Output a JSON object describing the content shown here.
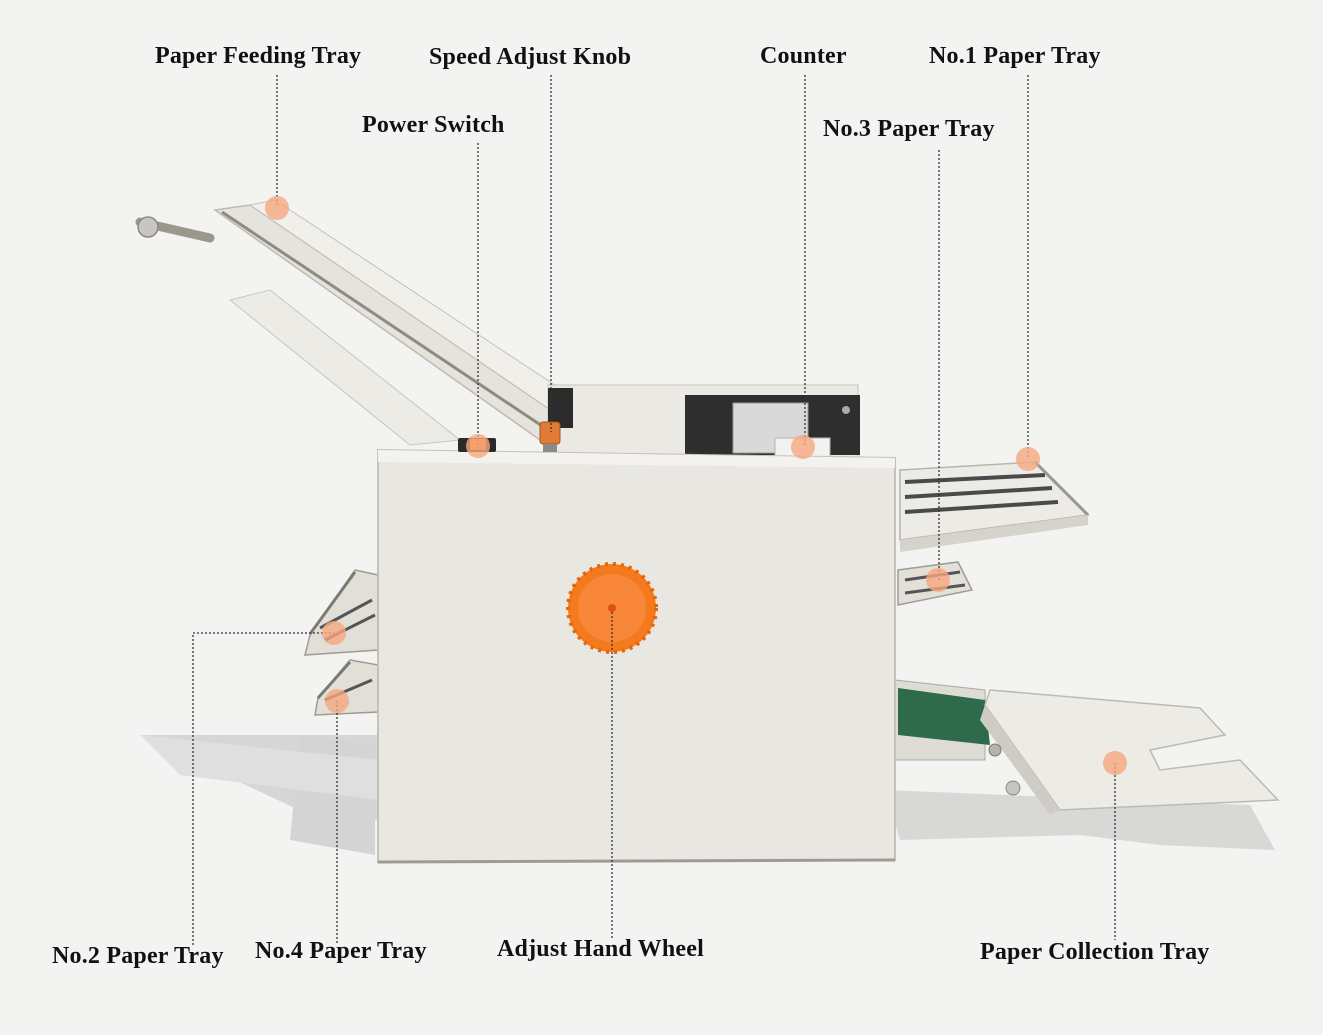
{
  "labels": {
    "paper_feeding_tray": "Paper Feeding Tray",
    "speed_adjust_knob": "Speed Adjust Knob",
    "power_switch": "Power Switch",
    "counter": "Counter",
    "no1_paper_tray": "No.1 Paper Tray",
    "no3_paper_tray": "No.3 Paper Tray",
    "no2_paper_tray": "No.2 Paper Tray",
    "no4_paper_tray": "No.4 Paper Tray",
    "adjust_hand_wheel": "Adjust Hand Wheel",
    "paper_collection_tray": "Paper Collection Tray"
  },
  "colors": {
    "background": "#f3f3f2",
    "machine_body": "#e9e7e1",
    "accent_orange": "#f57a1e",
    "marker_dot": "#f6a77f",
    "belt_green": "#2f6b4a",
    "leader_line": "#333333"
  }
}
